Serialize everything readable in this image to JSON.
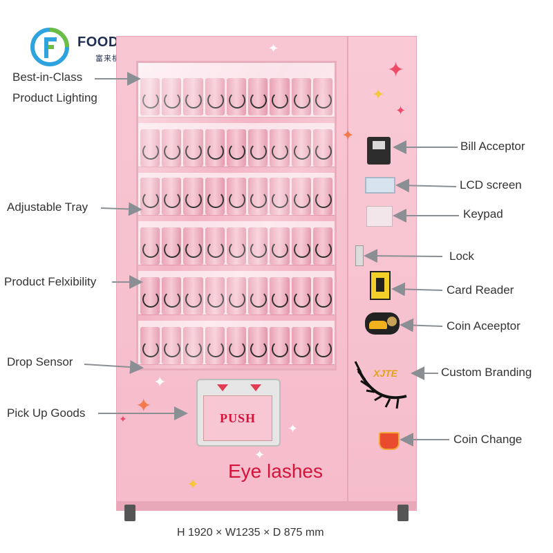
{
  "brand": {
    "name": "FOOD LINE",
    "subtitle": "富来机械"
  },
  "labels": {
    "left": [
      {
        "id": "best-in-class",
        "line1": "Best-in-Class",
        "line2": "Product Lighting"
      },
      {
        "id": "adjustable-tray",
        "text": "Adjustable Tray"
      },
      {
        "id": "product-flexibility",
        "text": "Product Felxibility"
      },
      {
        "id": "drop-sensor",
        "text": "Drop Sensor"
      },
      {
        "id": "pick-up-goods",
        "text": "Pick Up Goods"
      }
    ],
    "right": [
      {
        "id": "bill-acceptor",
        "text": "Bill Acceptor"
      },
      {
        "id": "lcd-screen",
        "text": "LCD screen"
      },
      {
        "id": "keypad",
        "text": "Keypad"
      },
      {
        "id": "lock",
        "text": "Lock"
      },
      {
        "id": "card-reader",
        "text": "Card Reader"
      },
      {
        "id": "coin-acceptor",
        "text": "Coin Aceeptor"
      },
      {
        "id": "custom-branding",
        "text": "Custom Branding"
      },
      {
        "id": "coin-change",
        "text": "Coin Change"
      }
    ]
  },
  "machine": {
    "push_label": "PUSH",
    "product_text": "Eye lashes",
    "branding_mark": "XJTE"
  },
  "dimensions": "H 1920 × W1235 × D 875 mm",
  "colors": {
    "cabinet": "#f7c4d1",
    "accent_red": "#d4143a",
    "arrow": "#8a8f94"
  }
}
